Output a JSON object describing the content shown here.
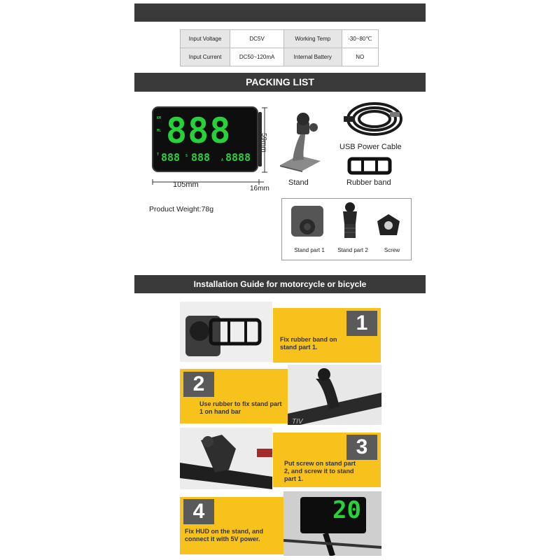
{
  "specs": {
    "rows": [
      {
        "k1": "Input Voltage",
        "v1": "DC5V",
        "k2": "Working Temp",
        "v2": "-30~80℃"
      },
      {
        "k1": "Input Current",
        "v1": "DC50~120mA",
        "k2": "Internal Battery",
        "v2": "NO"
      }
    ]
  },
  "packing": {
    "title": "PACKING LIST",
    "hud": {
      "main": "888",
      "left_small": "888",
      "mid_small": "888",
      "right_small": "8888",
      "tag_top": "KM",
      "tag_mid": "ML",
      "tag_t": "T",
      "tag_s": "S",
      "tag_a": "A"
    },
    "dims": {
      "height": "59mm",
      "width": "105mm",
      "depth": "16mm"
    },
    "weight": "Product Weight:78g",
    "items": {
      "stand": "Stand",
      "usb": "USB Power Cable",
      "band": "Rubber band"
    },
    "parts": {
      "p1": "Stand part 1",
      "p2": "Stand part 2",
      "screw": "Screw"
    }
  },
  "guide": {
    "title": "Installation Guide for motorcycle or bicycle",
    "steps": [
      {
        "num": "1",
        "text": "Fix rubber band on stand part 1."
      },
      {
        "num": "2",
        "text": "Use rubber to fix stand part 1 on hand bar"
      },
      {
        "num": "3",
        "text": "Put screw on stand part 2, and screw it to stand part 1."
      },
      {
        "num": "4",
        "text": "Fix HUD on the stand, and connect it with 5V power."
      }
    ],
    "screen_reading": "20",
    "bar_label": "TIV"
  },
  "colors": {
    "banner": "#3a3a3a",
    "accent_yellow": "#f7c21b",
    "segment_green": "#27d13a"
  }
}
